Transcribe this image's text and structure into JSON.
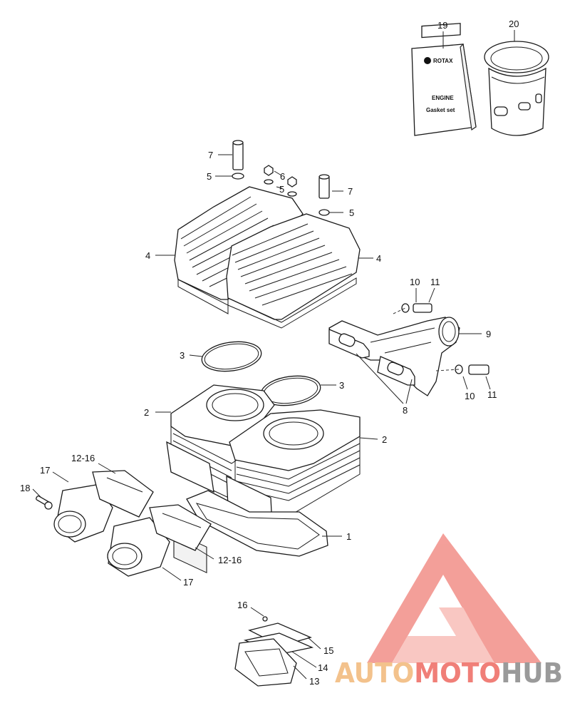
{
  "gasket_set_doc": {
    "brand": "ROTAX",
    "line1": "ENGINE",
    "line2": "Gasket set"
  },
  "callouts": [
    {
      "id": "c19",
      "text": "19"
    },
    {
      "id": "c20",
      "text": "20"
    },
    {
      "id": "c7a",
      "text": "7"
    },
    {
      "id": "c5a",
      "text": "5"
    },
    {
      "id": "c6",
      "text": "6"
    },
    {
      "id": "c5b",
      "text": "5"
    },
    {
      "id": "c7b",
      "text": "7"
    },
    {
      "id": "c5c",
      "text": "5"
    },
    {
      "id": "c4a",
      "text": "4"
    },
    {
      "id": "c4b",
      "text": "4"
    },
    {
      "id": "c10a",
      "text": "10"
    },
    {
      "id": "c11a",
      "text": "11"
    },
    {
      "id": "c9",
      "text": "9"
    },
    {
      "id": "c10b",
      "text": "10"
    },
    {
      "id": "c11b",
      "text": "11"
    },
    {
      "id": "c8",
      "text": "8"
    },
    {
      "id": "c3a",
      "text": "3"
    },
    {
      "id": "c3b",
      "text": "3"
    },
    {
      "id": "c2a",
      "text": "2"
    },
    {
      "id": "c2b",
      "text": "2"
    },
    {
      "id": "c12a",
      "text": "12-16"
    },
    {
      "id": "c17a",
      "text": "17"
    },
    {
      "id": "c18",
      "text": "18"
    },
    {
      "id": "c1",
      "text": "1"
    },
    {
      "id": "c12b",
      "text": "12-16"
    },
    {
      "id": "c17b",
      "text": "17"
    },
    {
      "id": "c16",
      "text": "16"
    },
    {
      "id": "c15",
      "text": "15"
    },
    {
      "id": "c14",
      "text": "14"
    },
    {
      "id": "c13",
      "text": "13"
    }
  ],
  "watermark": {
    "part1": "AUTO",
    "part2": "MOTO",
    "part3": "HUB",
    "colors": {
      "auto": "#f3c28c",
      "moto": "#f07f78",
      "hub": "#9a9a9a",
      "logo": "#f07f78"
    }
  }
}
